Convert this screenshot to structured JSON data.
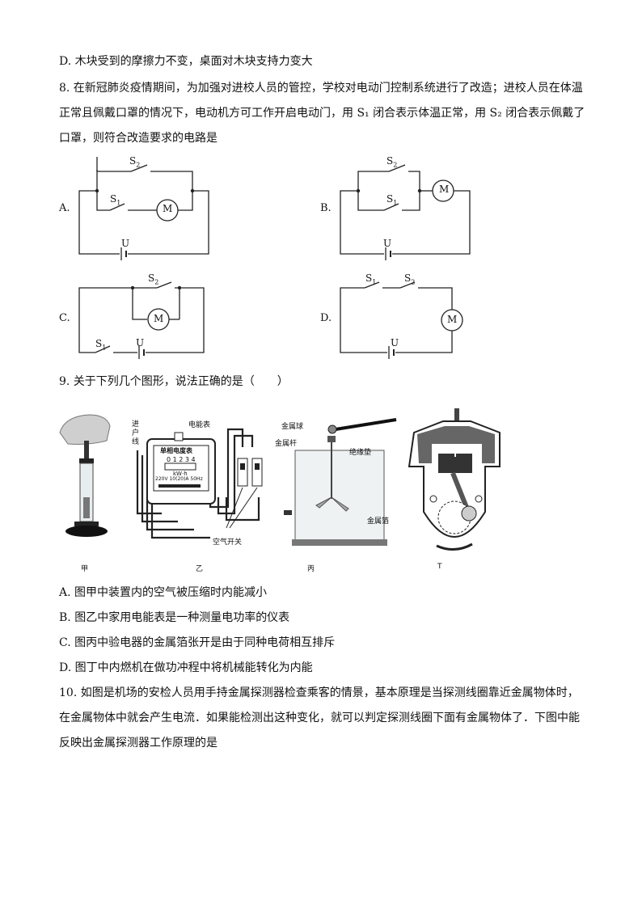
{
  "q7": {
    "option_d": "D.  木块受到的摩擦力不变，桌面对木块支持力变大"
  },
  "q8": {
    "line1": "8.  在新冠肺炎疫情期间，为加强对进校人员的管控，学校对电动门控制系统进行了改造；进校人员在体温",
    "line2": "正常且佩戴口罩的情况下，电动机方可工作开启电动门，用 S₁ 闭合表示体温正常，用 S₂ 闭合表示佩戴了",
    "line3": "口罩，则符合改造要求的电路是",
    "options": [
      "A.",
      "B.",
      "C.",
      "D."
    ],
    "labels": {
      "s1": "S",
      "s1_sub": "1",
      "s2": "S",
      "s2_sub": "2",
      "motor": "M",
      "source": "U"
    }
  },
  "q9": {
    "stem": "9.  关于下列几个图形，说法正确的是（　　）",
    "figure_captions": [
      "甲",
      "乙",
      "丙",
      "T"
    ],
    "meter": {
      "in_line_label": "进户线",
      "meter_label": "电能表",
      "title": "单相电度表",
      "reading": "0 1 2 3 4",
      "unit": "kW·h",
      "spec": "220V 10(20)A 50Hz",
      "switch_label": "空气开关"
    },
    "electroscope": {
      "ball": "金属球",
      "rod": "金属杆",
      "pad": "绝缘垫",
      "foil": "金属箔"
    },
    "option_a": "A.  图甲中装置内的空气被压缩时内能减小",
    "option_b": "B.  图乙中家用电能表是一种测量电功率的仪表",
    "option_c": "C.  图丙中验电器的金属箔张开是由于同种电荷相互排斥",
    "option_d": "D.  图丁中内燃机在做功冲程中将机械能转化为内能"
  },
  "q10": {
    "line1": "10.  如图是机场的安检人员用手持金属探测器检查乘客的情景，基本原理是当探测线圈靠近金属物体时，",
    "line2": "在金属物体中就会产生电流．如果能检测出这种变化，就可以判定探测线圈下面有金属物体了．下图中能",
    "line3": "反映出金属探测器工作原理的是"
  }
}
